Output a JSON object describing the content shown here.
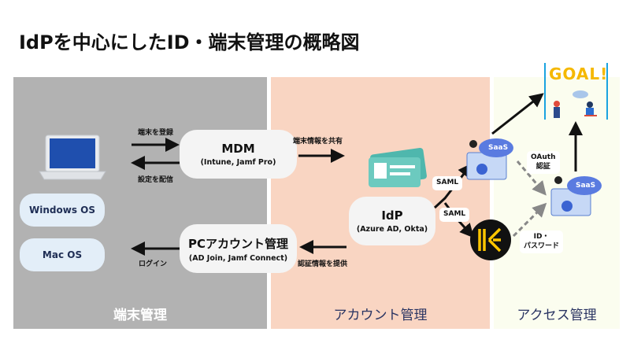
{
  "title": "IdPを中心にしたID・端末管理の概略図",
  "panels": {
    "device": "端末管理",
    "account": "アカウント管理",
    "access": "アクセス管理"
  },
  "devices": {
    "windows": "Windows OS",
    "mac": "Mac OS"
  },
  "mdm": {
    "title": "MDM",
    "sub": "(Intune, Jamf Pro)"
  },
  "pc_account": {
    "title": "PCアカウント管理",
    "sub": "(AD Join, Jamf Connect)"
  },
  "idp": {
    "title": "IdP",
    "sub": "(Azure AD, Okta)"
  },
  "arrows": {
    "register": "端末を登録",
    "deliver": "設定を配信",
    "share": "端末情報を共有",
    "login": "ログイン",
    "provide": "認証情報を提供",
    "saml1": "SAML",
    "saml2": "SAML",
    "oauth": "OAuth\n認証",
    "idpw1": "ID・",
    "idpw2": "パスワード"
  },
  "saas": {
    "label1": "SaaS",
    "label2": "SaaS"
  },
  "goal": "GOAL!",
  "colors": {
    "device_panel": "#b2b2b2",
    "account_panel": "#f9d5c2",
    "access_panel": "#fbfdef",
    "goal": "#f5b800",
    "keeper": "#ffc600"
  }
}
